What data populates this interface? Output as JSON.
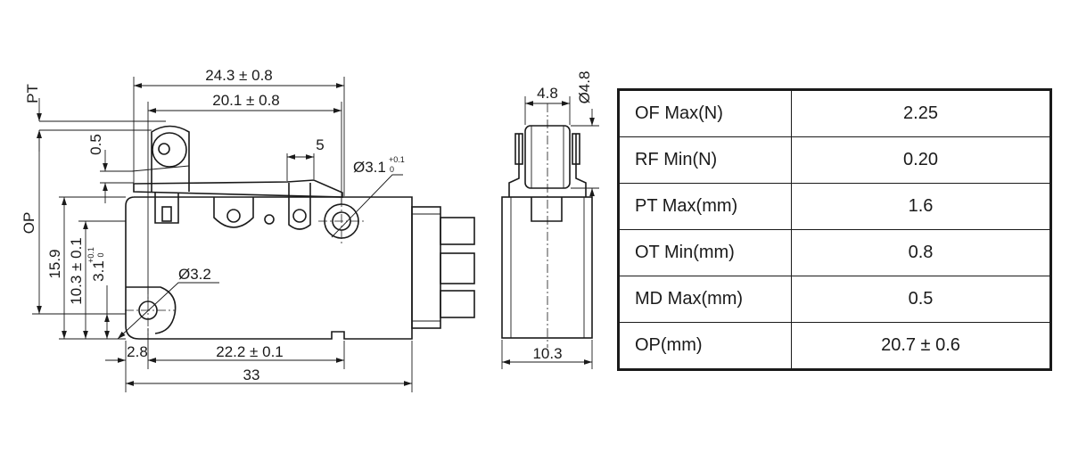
{
  "drawing": {
    "front_view": {
      "dim_overall_top": "24.3 ± 0.8",
      "dim_hole_span": "20.1 ± 0.8",
      "dim_pt": "PT",
      "dim_0_5": "0.5",
      "dim_op": "OP",
      "dim_5": "5",
      "dim_hole_dia_main": "Ø3.1",
      "dim_hole_dia_tol_plus": "+0.1",
      "dim_hole_dia_tol_zero": "0",
      "dim_15_9": "15.9",
      "dim_10_3": "10.3 ± 0.1",
      "dim_3_1_main": "3.1",
      "dim_3_1_tol_plus": "+0.1",
      "dim_3_1_tol_zero": "0",
      "dim_hole_dia_small": "Ø3.2",
      "dim_2_8": "2.8",
      "dim_22_2": "22.2 ± 0.1",
      "dim_33": "33"
    },
    "side_view": {
      "dim_4_8": "4.8",
      "dim_dia_4_8": "Ø4.8",
      "dim_10_3": "10.3"
    }
  },
  "spec_table": {
    "rows": [
      {
        "label": "OF Max(N)",
        "value": "2.25"
      },
      {
        "label": "RF Min(N)",
        "value": "0.20"
      },
      {
        "label": "PT Max(mm)",
        "value": "1.6"
      },
      {
        "label": "OT Min(mm)",
        "value": "0.8"
      },
      {
        "label": "MD Max(mm)",
        "value": "0.5"
      },
      {
        "label": "OP(mm)",
        "value": "20.7 ± 0.6"
      }
    ]
  }
}
